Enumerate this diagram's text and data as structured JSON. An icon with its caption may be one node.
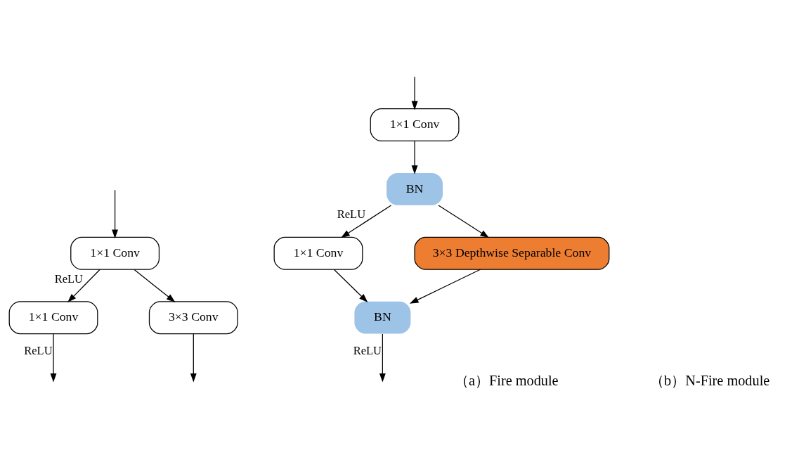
{
  "diagram": {
    "nodes": [
      {
        "text": [
          "1×1 Conv"
        ]
      },
      {
        "text": [
          "1×1 Conv"
        ]
      },
      {
        "text": [
          "3×3 Conv"
        ]
      },
      {
        "text": [
          "1×1 Conv"
        ]
      },
      {
        "text": [
          "BN"
        ]
      },
      {
        "text": [
          "1×1 Conv"
        ]
      },
      {
        "text": [
          "3×3 Depthwise Separable Conv"
        ]
      },
      {
        "text": [
          "BN"
        ]
      }
    ],
    "edges": [
      {
        "from": null,
        "to": 0,
        "arrow": "to"
      },
      {
        "from": 0,
        "to": 1,
        "arrow": "to",
        "label": "ReLU"
      },
      {
        "from": 0,
        "to": 2,
        "arrow": "to"
      },
      {
        "from": 1,
        "to": null,
        "arrow": "to",
        "label": "ReLU"
      },
      {
        "from": 2,
        "to": null,
        "arrow": "to"
      },
      {
        "from": null,
        "to": 3,
        "arrow": "to"
      },
      {
        "from": 3,
        "to": 4,
        "arrow": "to"
      },
      {
        "from": 4,
        "to": 5,
        "arrow": "to",
        "label": "ReLU"
      },
      {
        "from": 4,
        "to": 6,
        "arrow": "to"
      },
      {
        "from": 5,
        "to": 7,
        "arrow": "to"
      },
      {
        "from": 6,
        "to": 7,
        "arrow": "to"
      },
      {
        "from": 7,
        "to": null,
        "arrow": "to",
        "label": "ReLU"
      }
    ],
    "labels": [
      "（a）Fire module",
      "（b）N-Fire module"
    ]
  }
}
